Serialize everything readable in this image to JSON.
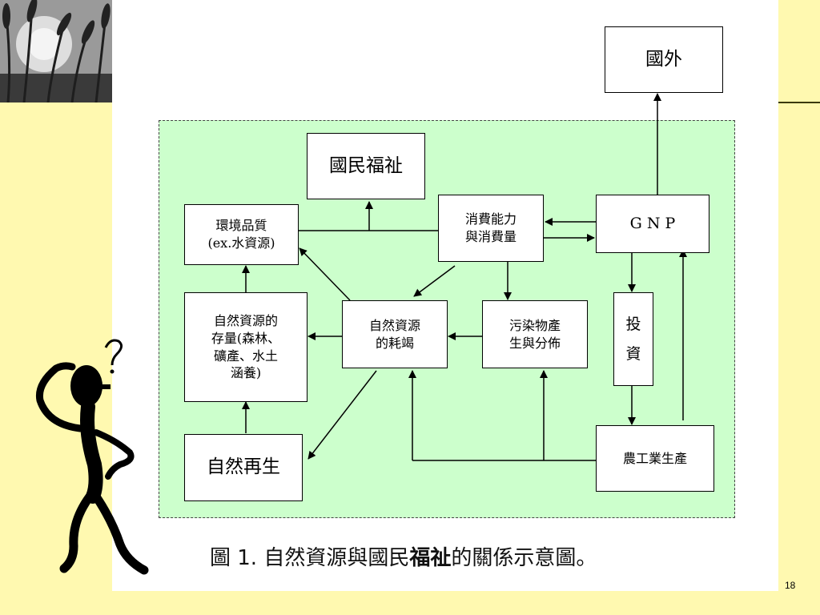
{
  "nodes": {
    "foreign": "國外",
    "welfare": "國民福祉",
    "env_quality_line1": "環境品質",
    "env_quality_line2": "(ex.水資源)",
    "consumption_line1": "消費能力",
    "consumption_line2": "與消費量",
    "gnp": "G N P",
    "stock_line1": "自然資源的",
    "stock_line2": "存量(森林、",
    "stock_line3": "礦產、水土",
    "stock_line4": "涵養)",
    "depletion_line1": "自然資源",
    "depletion_line2": "的耗竭",
    "pollution_line1": "污染物產",
    "pollution_line2": "生與分佈",
    "investment_line1": "投",
    "investment_line2": "資",
    "regeneration": "自然再生",
    "production": "農工業生產"
  },
  "caption": {
    "prefix": "圖 1. 自然資源與國民",
    "bold": "福祉",
    "suffix": "的關係示意圖。"
  },
  "page_number": "18",
  "colors": {
    "background": "#fff9b0",
    "diagram_fill": "#ccffcc"
  }
}
